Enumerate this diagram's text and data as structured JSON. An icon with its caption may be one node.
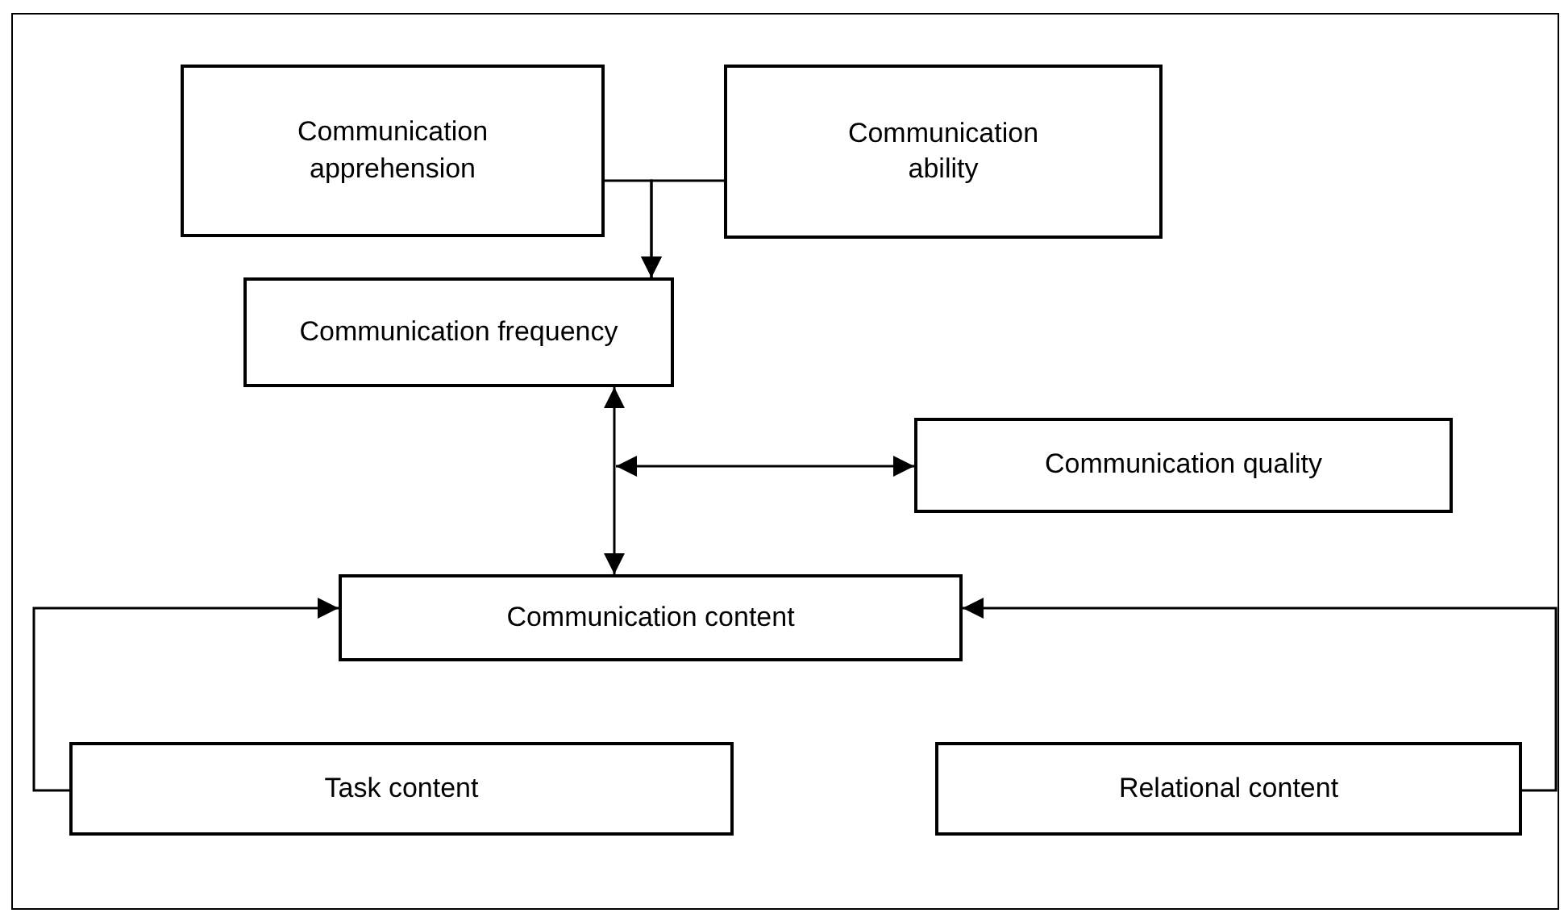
{
  "diagram": {
    "nodes": [
      {
        "text": [
          "Communication apprehension"
        ]
      },
      {
        "text": [
          "Communication ability"
        ]
      },
      {
        "text": [
          "Communication frequency"
        ]
      },
      {
        "text": [
          "Communication quality"
        ]
      },
      {
        "text": [
          "Communication content"
        ]
      },
      {
        "text": [
          "Task content"
        ]
      },
      {
        "text": [
          "Relational content"
        ]
      }
    ],
    "edges": [
      {
        "from": 0,
        "to": 2,
        "arrow": "to"
      },
      {
        "from": 1,
        "to": 2,
        "arrow": "to"
      },
      {
        "from": 2,
        "to": 4,
        "arrow": "both"
      },
      {
        "from": null,
        "to": 3,
        "arrow": "both"
      },
      {
        "from": 5,
        "to": 4,
        "arrow": "to"
      },
      {
        "from": 6,
        "to": 4,
        "arrow": "to"
      }
    ]
  }
}
